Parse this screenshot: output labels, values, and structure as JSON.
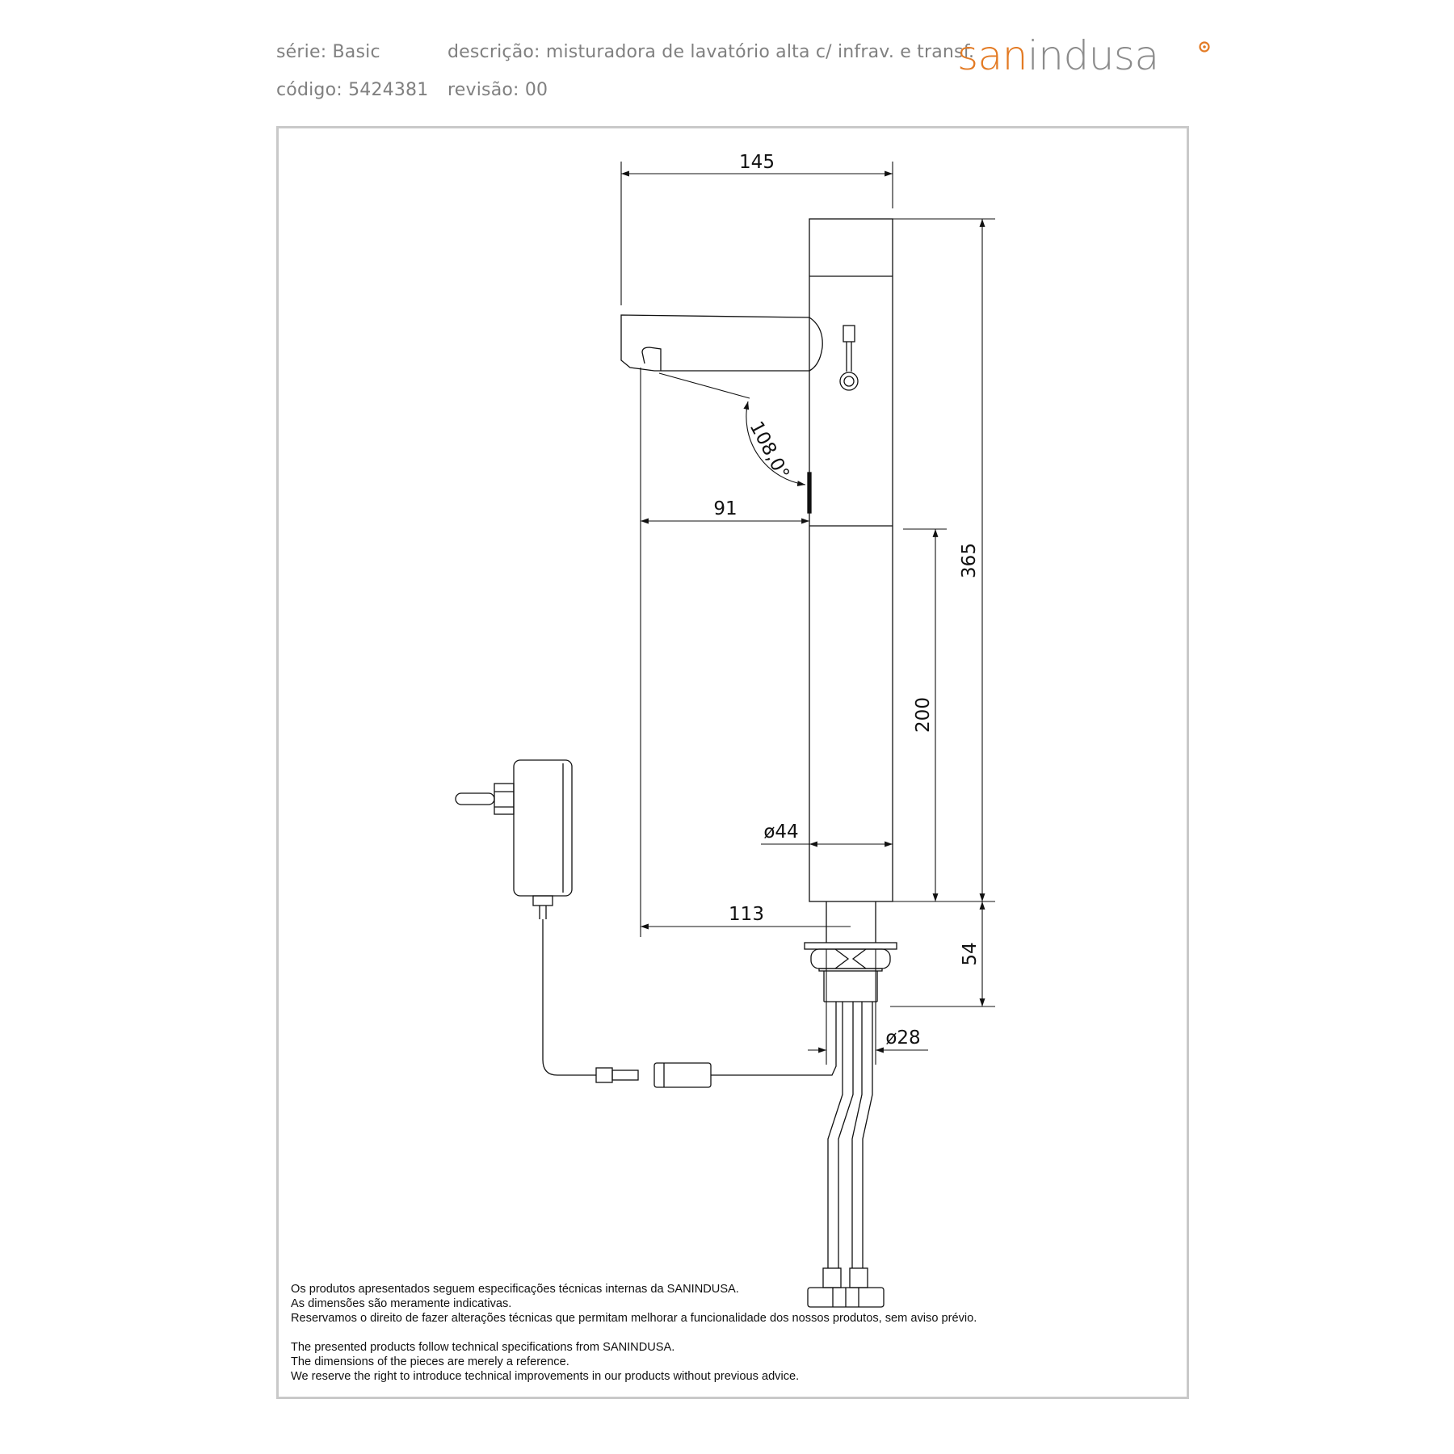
{
  "header": {
    "serie": "série: Basic",
    "codigo": "código: 5424381",
    "descricao": "descrição: misturadora de lavatório alta c/ infrav. e transf.",
    "revisao": "revisão: 00"
  },
  "logo": {
    "part1": "san",
    "part2": "indusa",
    "accent_color": "#e37a23",
    "text_color": "#8b8b8b"
  },
  "dimensions": {
    "width_total": "145",
    "reach": "91",
    "angle": "108,0°",
    "height_total": "365",
    "height_body": "200",
    "diameter_body": "ø44",
    "base_offset": "113",
    "shank_length": "54",
    "diameter_shank": "ø28"
  },
  "notes": {
    "pt": [
      "Os produtos apresentados seguem especificações técnicas internas da SANINDUSA.",
      "As dimensões são meramente indicativas.",
      "Reservamos o direito de fazer alterações técnicas que permitam melhorar a funcionalidade dos nossos produtos, sem aviso prévio."
    ],
    "en": [
      "The presented products follow technical specifications from SANINDUSA.",
      "The dimensions of the pieces are merely a reference.",
      "We reserve the right to introduce technical improvements in our products without previous advice."
    ]
  }
}
